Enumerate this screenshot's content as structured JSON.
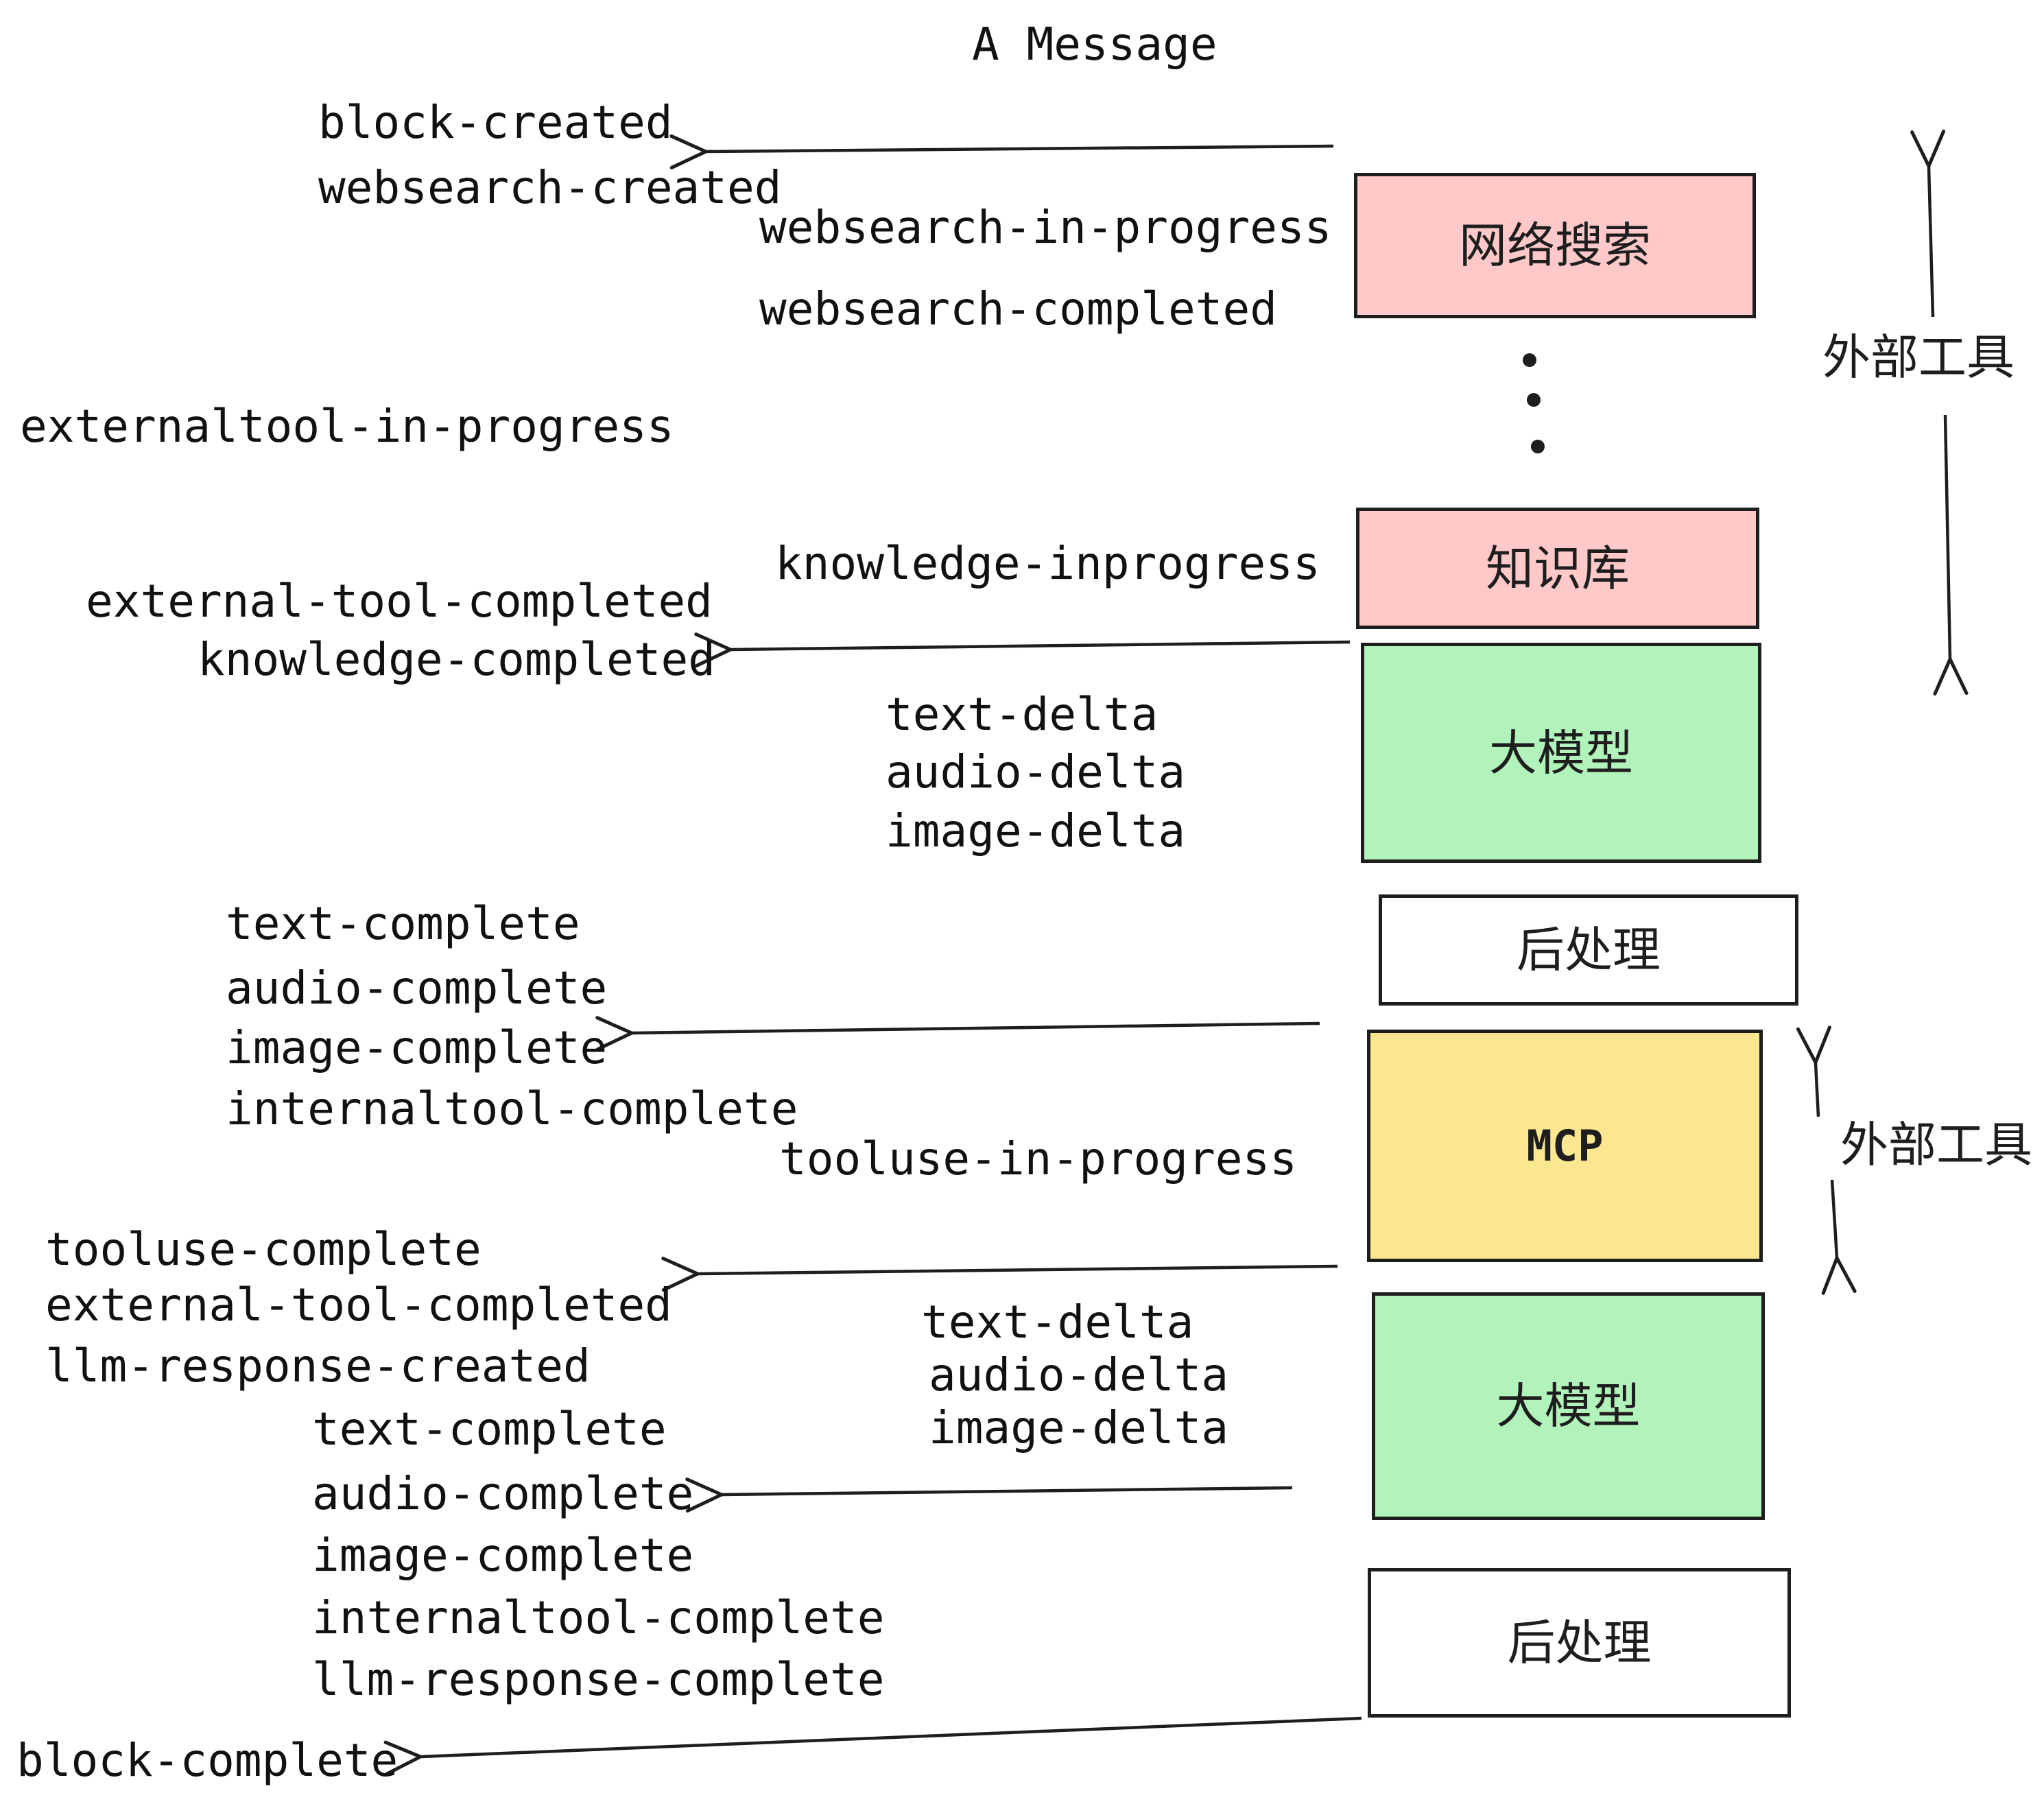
{
  "title": "A Message",
  "colors": {
    "box_pink": "#ffc9c9",
    "box_green": "#b2f2bb",
    "box_yellow": "#fbe78f",
    "box_white": "#ffffff",
    "stroke": "#1e1e1e",
    "text": "#111111"
  },
  "boxes": {
    "websearch": "网络搜索",
    "knowledge": "知识库",
    "model": "大模型",
    "post": "后处理",
    "mcp": "MCP"
  },
  "annotations": {
    "external_tools": "外部工具"
  },
  "events": {
    "block_created": "block-created",
    "websearch_created": "websearch-created",
    "websearch_in_progress": "websearch-in-progress",
    "websearch_completed": "websearch-completed",
    "externaltool_in_progress": "externaltool-in-progress",
    "knowledge_inprogress": "knowledge-inprogress",
    "external_tool_completed": "external-tool-completed",
    "knowledge_completed": "knowledge-completed",
    "text_delta": "text-delta",
    "audio_delta": "audio-delta",
    "image_delta": "image-delta",
    "text_complete": "text-complete",
    "audio_complete": "audio-complete",
    "image_complete": "image-complete",
    "internaltool_complete": "internaltool-complete",
    "tooluse_in_progress": "tooluse-in-progress",
    "tooluse_complete": "tooluse-complete",
    "llm_response_created": "llm-response-created",
    "llm_response_complete": "llm-response-complete",
    "block_complete": "block-complete"
  }
}
